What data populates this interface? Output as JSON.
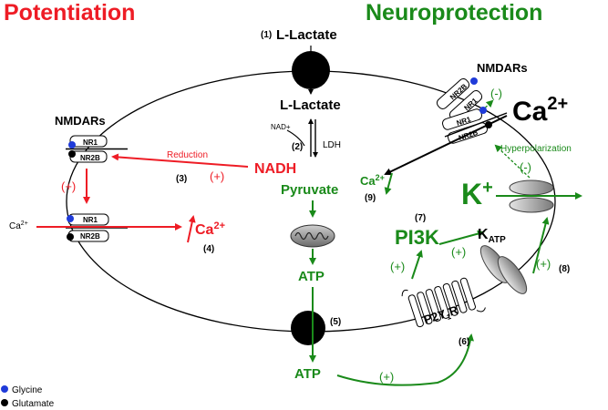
{
  "headings": {
    "left": "Potentiation",
    "right": "Neuroprotection"
  },
  "colors": {
    "red": "#ee1c25",
    "green": "#1a8a1a",
    "black": "#000000",
    "glycine": "#1f3bd9",
    "gray": "#9a9a9a"
  },
  "labels": {
    "lactate_top_num": "(1)",
    "lactate_top": "L-Lactate",
    "lactate_inner": "L-Lactate",
    "nad": "NAD+",
    "step2": "(2)",
    "ldh": "LDH",
    "nadh": "NADH",
    "pyruvate": "Pyruvate",
    "atp_inner": "ATP",
    "step5": "(5)",
    "atp_outer": "ATP",
    "plus_atp": "(+)",
    "nmdars_left": "NMDARs",
    "nr1": "NR1",
    "nr2b": "NR2B",
    "reduction": "Reduction",
    "plus_reduction": "(+)",
    "step3": "(3)",
    "plus_left": "(+)",
    "ca_ext": "Ca",
    "ca_ext_sup": "2+",
    "ca_in": "Ca",
    "ca_in_sup": "2+",
    "step4": "(4)",
    "nmdars_right": "NMDARs",
    "minus_top": "(-)",
    "ca_big": "Ca",
    "ca_big_sup": "2+",
    "hyperpolarization": "Hyperpolarization",
    "minus_right": "(-)",
    "ca_small": "Ca",
    "ca_small_sup": "2+",
    "step9": "(9)",
    "k_plus": "K",
    "k_sup": "+",
    "step7": "(7)",
    "pi3k": "PI3K",
    "plus_pi3k": "(+)",
    "katp_k": "K",
    "katp_sub": "ATP",
    "plus_pi3k_up": "(+)",
    "plus_katp": "(+)",
    "step8": "(8)",
    "p2y": "P2Y",
    "p2y_sub": "1",
    "p2y_r": "R",
    "step6": "(6)"
  },
  "legend": {
    "glycine": "Glycine",
    "glutamate": "Glutamate"
  }
}
